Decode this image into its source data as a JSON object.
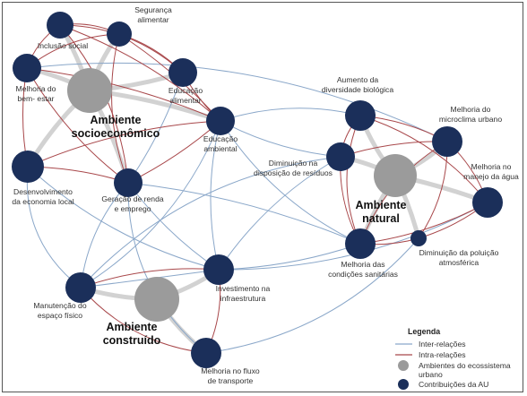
{
  "colors": {
    "inter": "#8aa7c9",
    "intra": "#a8474a",
    "hub_link": "#d2d2d2",
    "hub": "#9b9b9b",
    "node": "#1b2f5a"
  },
  "hubs": {
    "socio": [
      "Ambiente",
      "socioeconômico"
    ],
    "natural": [
      "Ambiente",
      "natural"
    ],
    "built": [
      "Ambiente",
      "construído"
    ]
  },
  "nodes": {
    "inclusao": [
      "Inclusão social"
    ],
    "seguranca": [
      "Segurança",
      "alimentar"
    ],
    "bemestar": [
      "Melhoria do",
      "bem- estar"
    ],
    "edu_alim": [
      "Educação",
      "alimentar"
    ],
    "edu_amb": [
      "Educação",
      "ambiental"
    ],
    "desenv": [
      "Desenvolvimento",
      "da economia local"
    ],
    "renda": [
      "Geração de renda",
      "e emprego"
    ],
    "residuos": [
      "Diminuição na",
      "disposição de resíduos"
    ],
    "biodiv": [
      "Aumento da",
      "diversidade biológica"
    ],
    "microclima": [
      "Melhoria do",
      "microclima urbano"
    ],
    "agua": [
      "Melhoria no",
      "manejo da água"
    ],
    "sanitarias": [
      "Melhoria das",
      "condições sanitárias"
    ],
    "poluicao": [
      "Diminuição da poluição",
      "atmosférica"
    ],
    "invest": [
      "Investimento na",
      "infraestrutura"
    ],
    "manutencao": [
      "Manutenção do",
      "espaço físico"
    ],
    "fluxo": [
      "Melhoria no fluxo",
      "de transporte"
    ]
  },
  "legend": {
    "title": "Legenda",
    "inter": "Inter-relações",
    "intra": "Intra-relações",
    "ambientes": [
      "Ambientes do ecossistema",
      "urbano"
    ],
    "contrib": "Contribuições da AU"
  }
}
